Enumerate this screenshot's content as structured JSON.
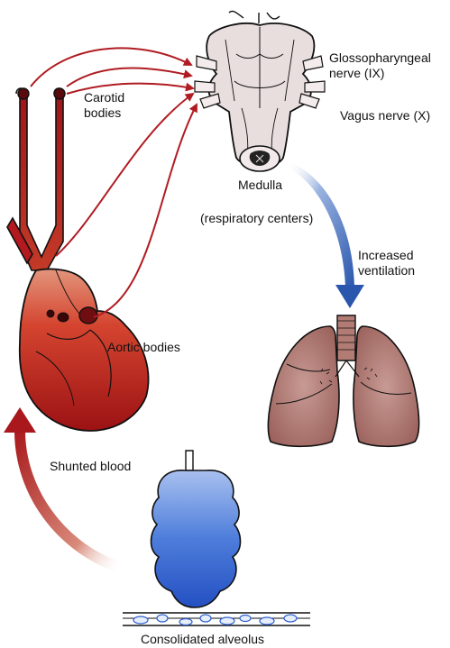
{
  "labels": {
    "carotid_line1": "Carotid",
    "carotid_line2": "bodies",
    "glosso_line1": "Glossopharyngeal",
    "glosso_line2": "nerve (IX)",
    "vagus": "Vagus nerve (X)",
    "medulla": "Medulla",
    "respiratory_centers": "(respiratory centers)",
    "increased_line1": "Increased",
    "increased_line2": "ventilation",
    "aortic_bodies": "Aortic bodies",
    "shunted_blood": "Shunted blood",
    "consolidated_alveolus": "Consolidated alveolus"
  },
  "colors": {
    "artery": "#b3191e",
    "heart_dark": "#8e1416",
    "heart_light": "#e0826a",
    "nerve_arrow": "#b01c22",
    "ventilation_arrow": "#2f5fb3",
    "lung_fill": "#a8706a",
    "brainstem_fill": "#e9dede",
    "alveolus_fill": "#2e5fcf",
    "shunt_arrow": "#a8181c"
  }
}
